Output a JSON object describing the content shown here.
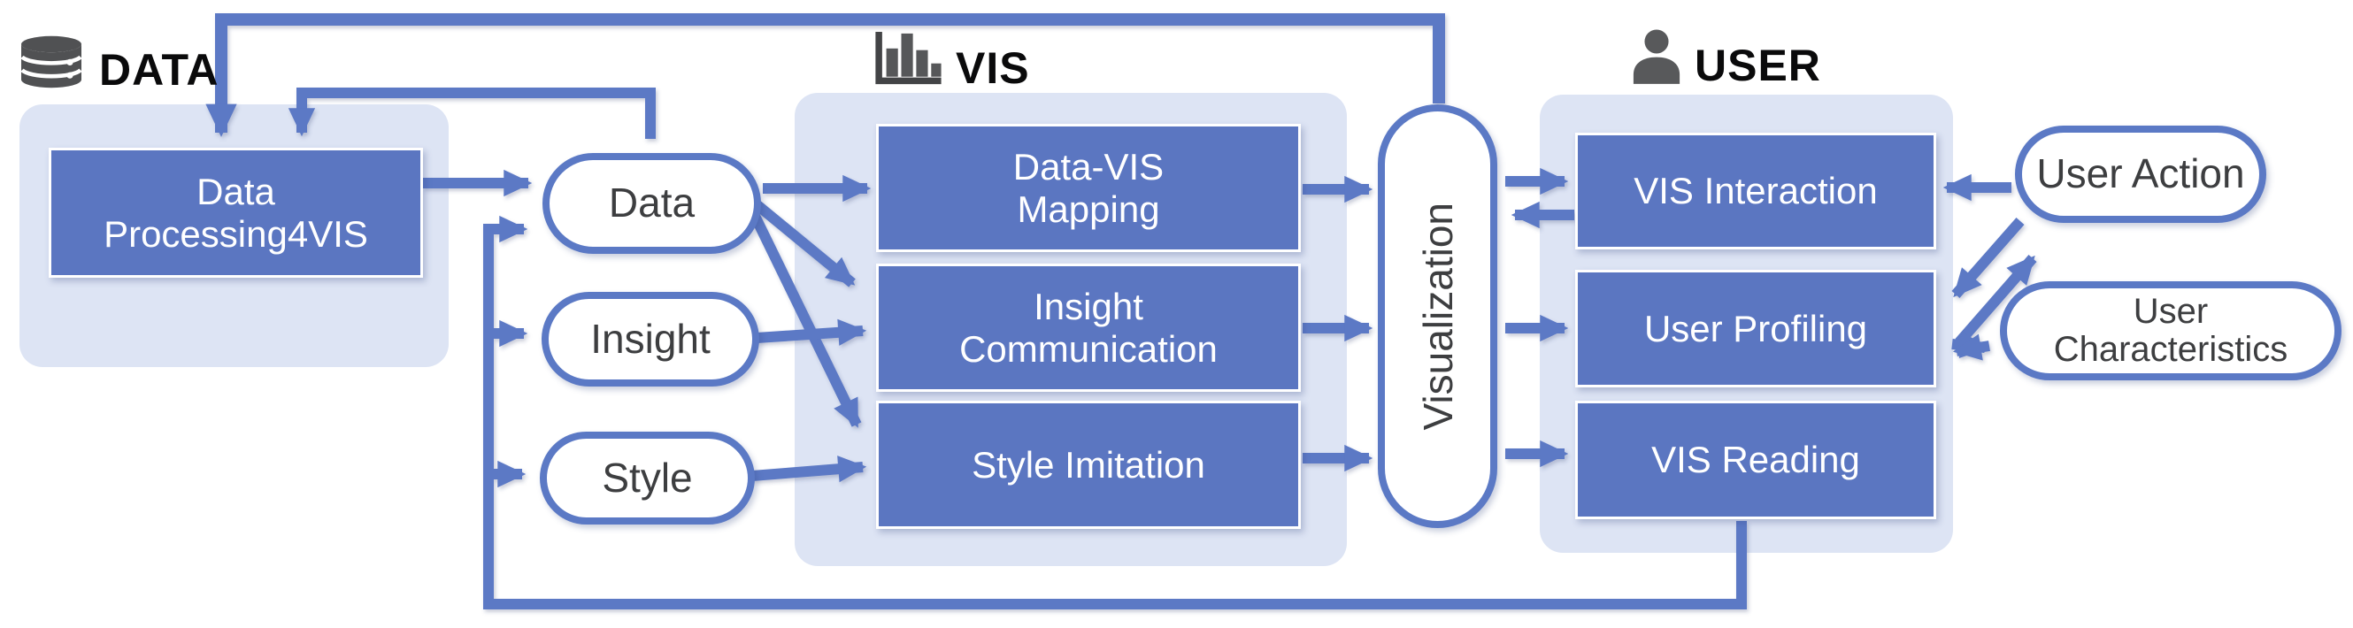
{
  "diagram_type": "pipeline-flow-diagram",
  "colors": {
    "task_box_fill": "#5b76c1",
    "task_box_text": "#ffffff",
    "section_container_fill": "#dde4f4",
    "arrow_blue": "#5b79c5",
    "pill_border": "#5b79c5",
    "pill_text": "#3d3e40",
    "label_text": "#0a0a0b",
    "icon_gray": "#505153"
  },
  "sections": {
    "data": {
      "label": "DATA",
      "icon": "database-icon",
      "processes": [
        {
          "line1": "Data",
          "line2": "Processing4VIS"
        }
      ]
    },
    "vis": {
      "label": "VIS",
      "icon": "bar-chart-icon",
      "processes": [
        {
          "line1": "Data-VIS",
          "line2": "Mapping"
        },
        {
          "line1": "Insight",
          "line2": "Communication"
        },
        {
          "line1": "Style Imitation",
          "line2": ""
        }
      ]
    },
    "user": {
      "label": "USER",
      "icon": "person-icon",
      "processes": [
        {
          "line1": "VIS Interaction"
        },
        {
          "line1": "User Profiling"
        },
        {
          "line1": "VIS Reading"
        }
      ]
    }
  },
  "nodes": {
    "data": "Data",
    "insight": "Insight",
    "style": "Style",
    "visualization": "Visualization",
    "user_action": "User Action",
    "user_characteristics": {
      "line1": "User",
      "line2": "Characteristics"
    }
  },
  "edges": [
    {
      "from": "Visualization",
      "to": "Data Processing4VIS"
    },
    {
      "from": "Data",
      "to": "Data Processing4VIS"
    },
    {
      "from": "Data Processing4VIS",
      "to": "Data"
    },
    {
      "from": "VIS Reading",
      "to": "Data"
    },
    {
      "from": "VIS Reading",
      "to": "Insight"
    },
    {
      "from": "VIS Reading",
      "to": "Style"
    },
    {
      "from": "Data",
      "to": "Data-VIS Mapping"
    },
    {
      "from": "Data",
      "to": "Insight Communication"
    },
    {
      "from": "Data",
      "to": "Style Imitation"
    },
    {
      "from": "Insight",
      "to": "Insight Communication"
    },
    {
      "from": "Style",
      "to": "Style Imitation"
    },
    {
      "from": "Data-VIS Mapping",
      "to": "Visualization"
    },
    {
      "from": "Insight Communication",
      "to": "Visualization"
    },
    {
      "from": "Style Imitation",
      "to": "Visualization"
    },
    {
      "from": "Visualization",
      "to": "VIS Interaction"
    },
    {
      "from": "VIS Interaction",
      "to": "Visualization"
    },
    {
      "from": "Visualization",
      "to": "User Profiling"
    },
    {
      "from": "Visualization",
      "to": "VIS Reading"
    },
    {
      "from": "User Action",
      "to": "VIS Interaction"
    },
    {
      "from": "User Action",
      "to": "User Profiling"
    },
    {
      "from": "User Profiling",
      "to": "User Action"
    },
    {
      "from": "User Profiling",
      "to": "User Characteristics"
    },
    {
      "from": "User Characteristics",
      "to": "User Profiling"
    }
  ]
}
